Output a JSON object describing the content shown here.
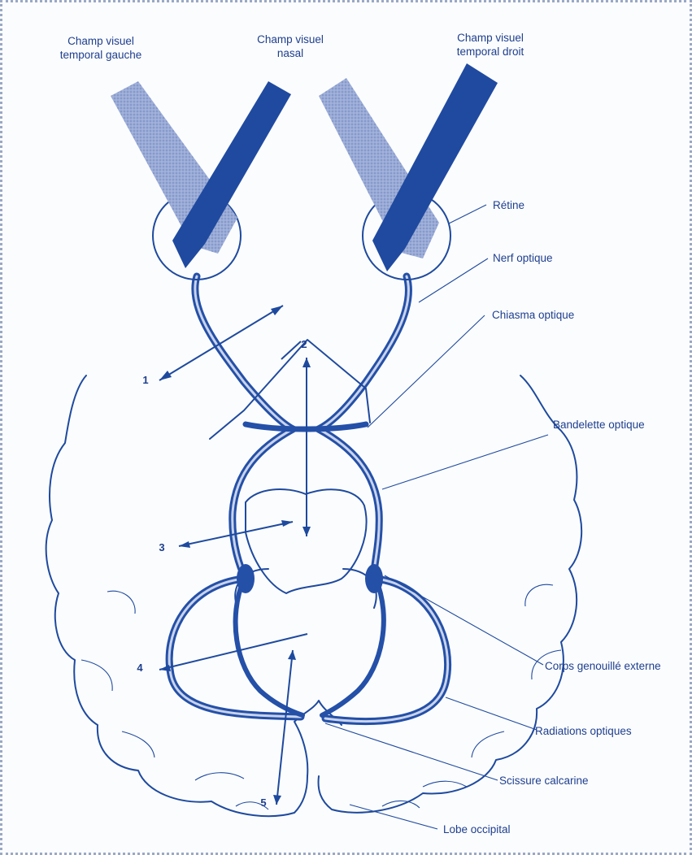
{
  "labels": {
    "field_left": [
      "Champ visuel",
      "temporal gauche"
    ],
    "field_nasal": [
      "Champ visuel",
      "nasal"
    ],
    "field_right": [
      "Champ visuel",
      "temporal droit"
    ],
    "retina": "Rétine",
    "optic_nerve": "Nerf optique",
    "chiasm": "Chiasma optique",
    "optic_tract": "Bandelette optique",
    "lgn": "Corps genouillé externe",
    "optic_radiations": "Radiations optiques",
    "calcarine": "Scissure calcarine",
    "occipital": "Lobe occipital"
  },
  "markers": [
    "1",
    "2",
    "3",
    "4",
    "5"
  ],
  "colors": {
    "ink": "#1e3f8e",
    "field_dark": "#1f4aa0",
    "field_light": "#8d9fcd",
    "tract": "#2450a8"
  }
}
